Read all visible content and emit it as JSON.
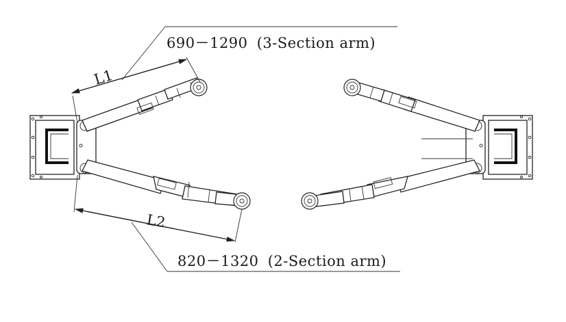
{
  "dimensions": {
    "upper": {
      "label": "L1",
      "range_text": "690－1290",
      "note_text": "(3-Section arm)"
    },
    "lower": {
      "label": "L2",
      "range_text": "820－1320",
      "note_text": "(2-Section arm)"
    }
  },
  "colors": {
    "line": "#222222",
    "background": "#ffffff"
  }
}
